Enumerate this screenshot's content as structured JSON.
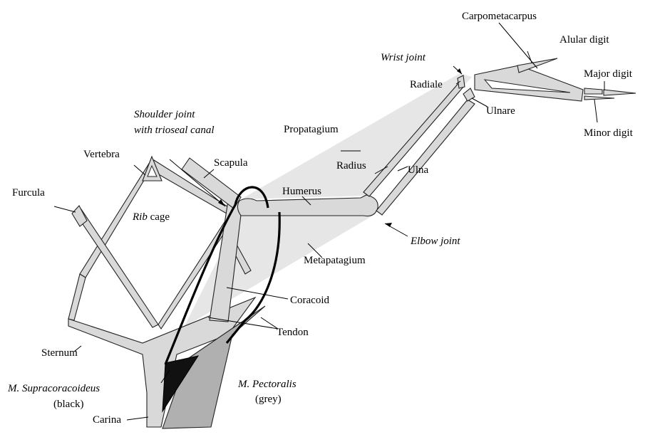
{
  "labels": {
    "carpometacarpus": "Carpometacarpus",
    "alular_digit": "Alular digit",
    "wrist_joint": "Wrist joint",
    "radiale": "Radiale",
    "major_digit": "Major digit",
    "ulnare": "Ulnare",
    "minor_digit": "Minor digit",
    "shoulder_joint_line1": "Shoulder joint",
    "shoulder_joint_line2": "with trioseal canal",
    "propatagium": "Propatagium",
    "vertebra": "Vertebra",
    "scapula": "Scapula",
    "radius": "Radius",
    "ulna": "Ulna",
    "humerus": "Humerus",
    "furcula": "Furcula",
    "rib": "Rib",
    "cage": " cage",
    "elbow_joint": "Elbow joint",
    "metapatagium": "Metapatagium",
    "coracoid": "Coracoid",
    "tendon": "Tendon",
    "sternum": "Sternum",
    "m_supracoracoideus": "M. Supracoracoideus",
    "black": "(black)",
    "m_pectoralis": "M. Pectoralis",
    "grey": "(grey)",
    "carina": "Carina"
  }
}
